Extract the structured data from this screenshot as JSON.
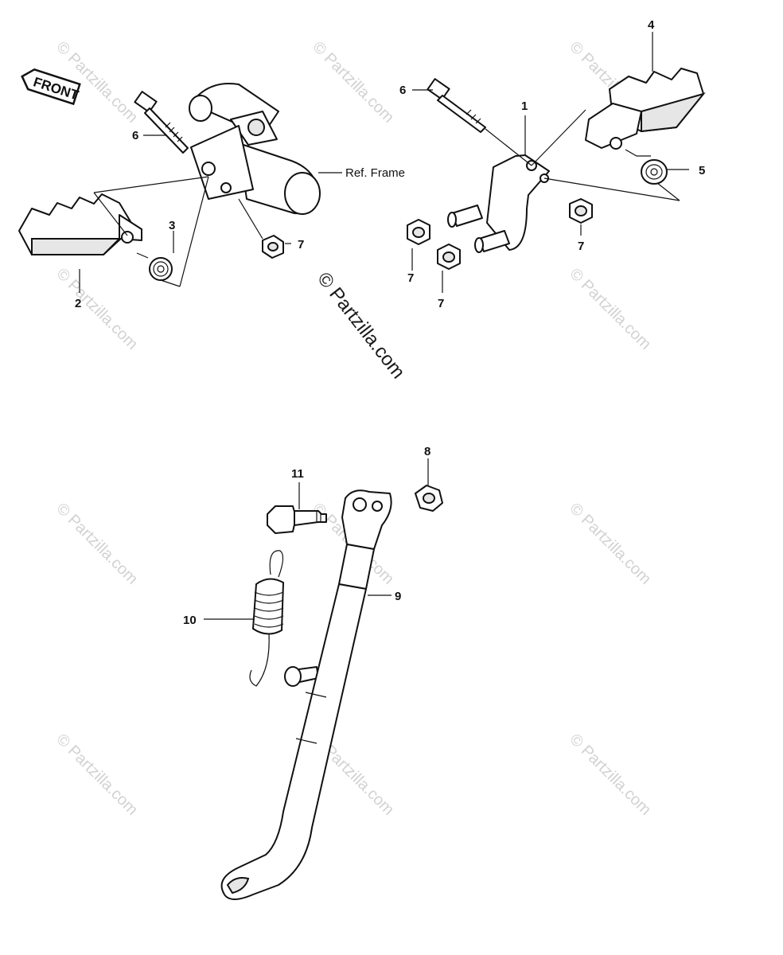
{
  "watermark": {
    "text": "© Partzilla.com",
    "center_text": "© Partzilla.com"
  },
  "badge": {
    "text": "FRONT"
  },
  "reference": {
    "frame_label": "Ref. Frame"
  },
  "callouts": {
    "c1": "1",
    "c2": "2",
    "c3": "3",
    "c4": "4",
    "c5": "5",
    "c6a": "6",
    "c6b": "6",
    "c7a": "7",
    "c7b": "7",
    "c7c": "7",
    "c7d": "7",
    "c8": "8",
    "c9": "9",
    "c10": "10",
    "c11": "11"
  }
}
